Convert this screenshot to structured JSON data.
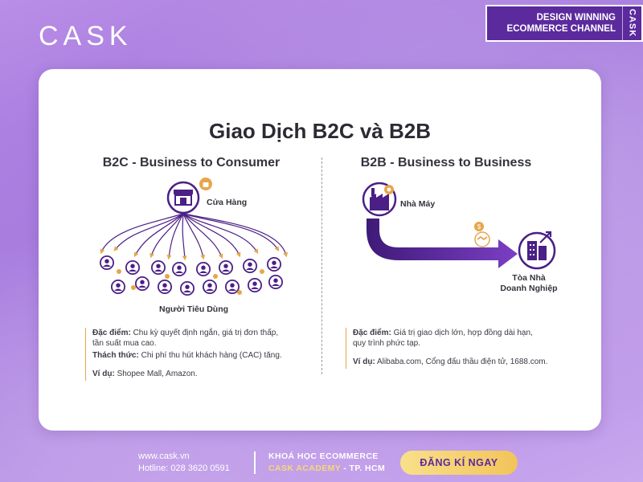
{
  "brand": {
    "logo": "CASK"
  },
  "banner": {
    "line1": "DESIGN WINNING",
    "line2": "ECOMMERCE CHANNEL",
    "side": "CASK"
  },
  "card": {
    "title": "Giao Dịch B2C và B2B",
    "b2c": {
      "heading": "B2C - Business to Consumer",
      "store_label": "Cửa Hàng",
      "consumers_label": "Người Tiêu Dùng",
      "notes": {
        "feature_key": "Đặc điểm:",
        "feature_line1": "Chu kỳ quyết định ngắn, giá trị đơn thấp,",
        "feature_line2": "tần suất mua cao.",
        "challenge_key": "Thách thức:",
        "challenge_text": "Chi phí thu hút khách hàng (CAC) tăng.",
        "example_key": "Ví dụ:",
        "example_text": "Shopee Mall, Amazon."
      }
    },
    "b2b": {
      "heading": "B2B - Business to Business",
      "factory_label": "Nhà Máy",
      "building_label1": "Tòa Nhà",
      "building_label2": "Doanh Nghiệp",
      "notes": {
        "feature_key": "Đặc điểm:",
        "feature_line1": "Giá trị giao dịch lớn, hợp đồng dài hạn,",
        "feature_line2": "quy trình phức tạp.",
        "example_key": "Ví dụ:",
        "example_text": "Alibaba.com, Cổng đấu thầu điện tử, 1688.com."
      }
    }
  },
  "footer": {
    "website": "www.cask.vn",
    "hotline": "Hotline: 028 3620 0591",
    "course_line1": "KHOÁ HỌC ECOMMERCE",
    "course_line2a": "CASK ACADEMY",
    "course_line2b": " - TP. HCM",
    "cta": "ĐĂNG KÍ NGAY"
  },
  "colors": {
    "accent_purple": "#5b2a9d",
    "orange": "#e7a64b",
    "cta_yellow": "#f2c45a"
  },
  "icons": [
    "store-icon",
    "shopping-bag-icon",
    "consumer-icon",
    "factory-icon",
    "gear-icon",
    "handshake-icon",
    "coin-icon",
    "office-building-icon",
    "growth-arrow-icon"
  ]
}
